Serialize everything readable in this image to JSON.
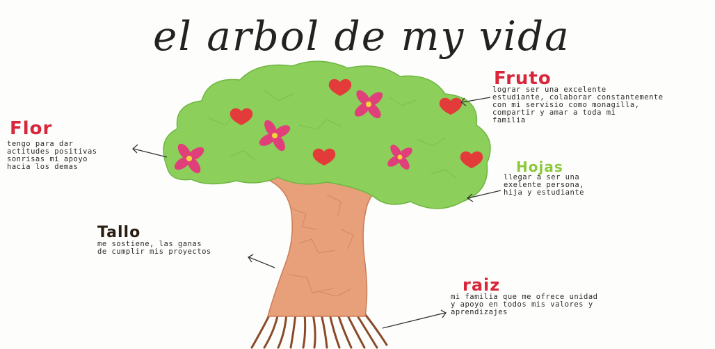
{
  "title": "el arbol de my vida",
  "colors": {
    "red_label": "#d8263b",
    "green_label": "#8cc83c",
    "dark_label": "#2a1e12",
    "foliage": "#8ccf5a",
    "trunk": "#e8a07a",
    "root": "#8a4a2a",
    "flower": "#e0407a",
    "heart": "#e33a3a"
  },
  "parts": {
    "fruto": {
      "label": "Fruto",
      "lines": [
        "lograr ser una excelente",
        "estudiante, colaborar constantemente",
        "con mi servisio como monagilla,",
        "compartir y amar a toda mi",
        "familia"
      ]
    },
    "flor": {
      "label": "Flor",
      "lines": [
        "tengo para dar",
        "actitudes positivas",
        "sonrisas mi apoyo",
        "hacia los demas"
      ]
    },
    "hojas": {
      "label": "Hojas",
      "lines": [
        "llegar a ser una",
        "exelente persona,",
        "hija y estudiante"
      ]
    },
    "tallo": {
      "label": "Tallo",
      "lines": [
        "me sostiene, las ganas",
        "de cumplir mis proyectos"
      ]
    },
    "raiz": {
      "label": "raiz",
      "lines": [
        "mi familia que me ofrece unidad",
        "y apoyo en todos mis valores y",
        "aprendizajes"
      ]
    }
  }
}
